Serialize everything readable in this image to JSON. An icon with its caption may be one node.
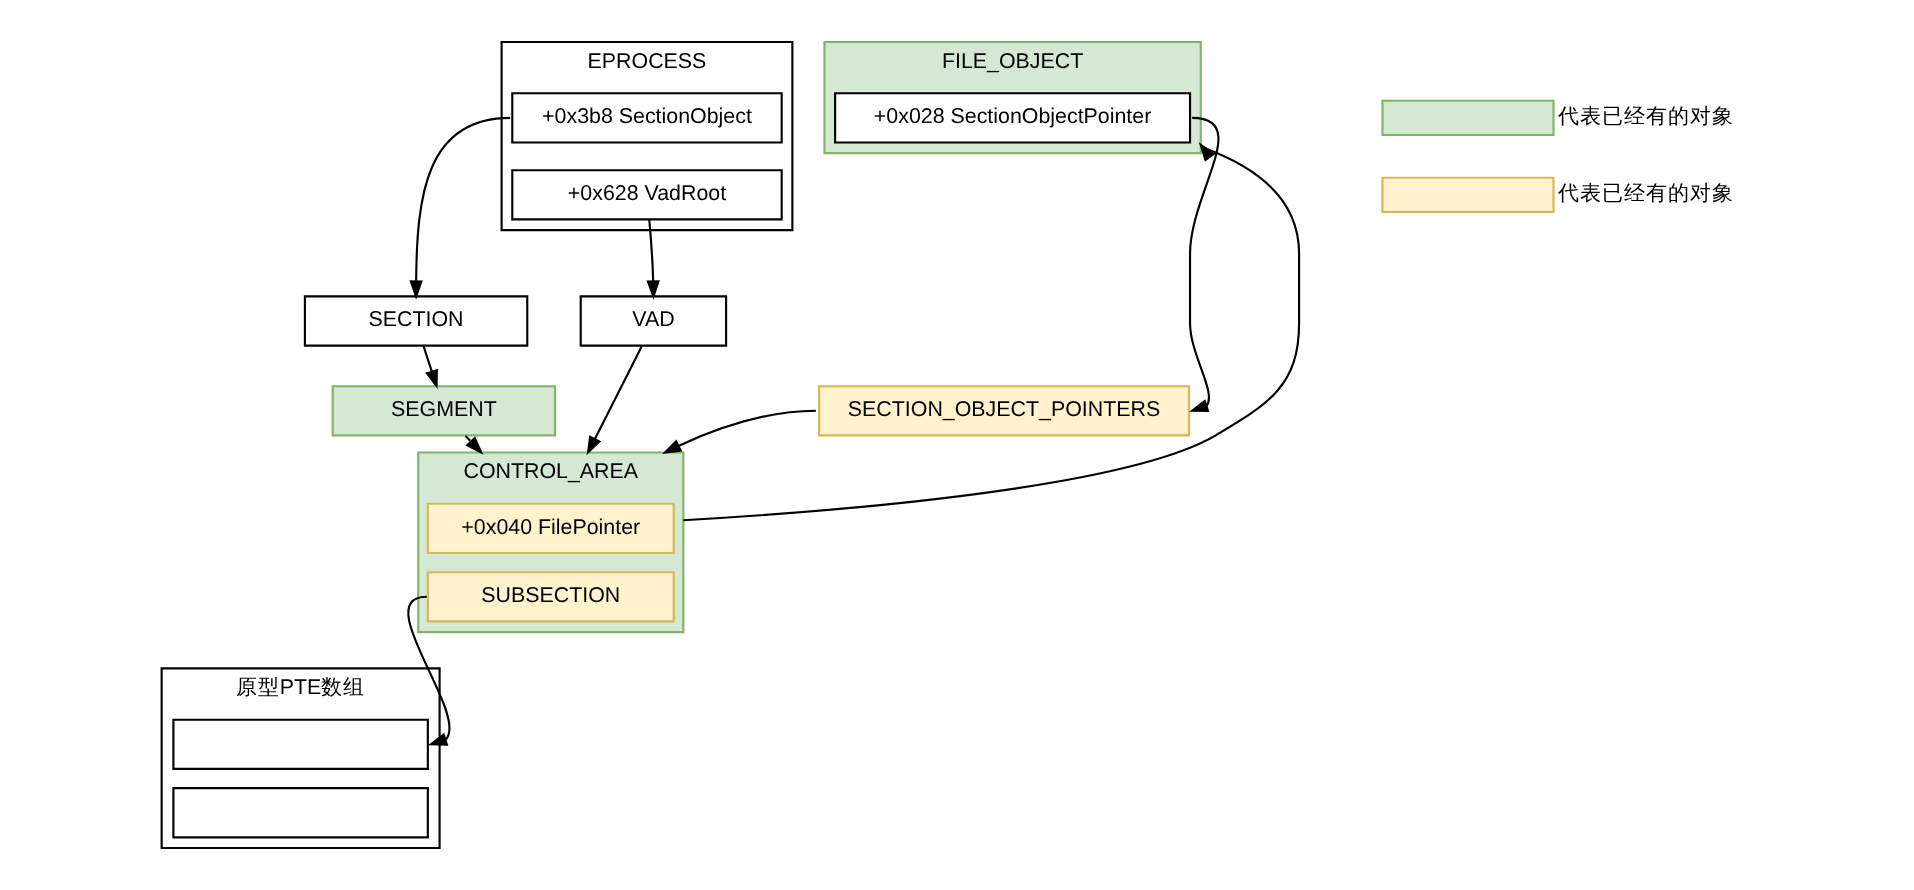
{
  "diagram": {
    "nodes": [
      {
        "text": [
          "EPROCESS"
        ]
      },
      {
        "text": [
          "+0x3b8 SectionObject"
        ],
        "in": 0
      },
      {
        "text": [
          "+0x628 VadRoot"
        ],
        "in": 0
      },
      {
        "text": [
          "FILE_OBJECT"
        ]
      },
      {
        "text": [
          "+0x028 SectionObjectPointer"
        ],
        "in": 3
      },
      {
        "text": [
          "SECTION"
        ]
      },
      {
        "text": [
          "VAD"
        ]
      },
      {
        "text": [
          "SEGMENT"
        ]
      },
      {
        "text": [
          "CONTROL_AREA"
        ]
      },
      {
        "text": [
          "+0x040 FilePointer"
        ],
        "in": 8
      },
      {
        "text": [
          "SUBSECTION"
        ],
        "in": 8
      },
      {
        "text": [
          "SECTION_OBJECT_POINTERS"
        ]
      },
      {
        "text": [
          "原型PTE数组"
        ]
      },
      {
        "text": [],
        "shape": "box",
        "in": 12
      },
      {
        "text": [],
        "shape": "box",
        "in": 12
      }
    ],
    "edges": [
      {
        "from": 1,
        "to": 5,
        "arrow": "to"
      },
      {
        "from": 2,
        "to": 6,
        "arrow": "to"
      },
      {
        "from": 5,
        "to": 7,
        "arrow": "to"
      },
      {
        "from": 6,
        "to": 8,
        "arrow": "to"
      },
      {
        "from": 7,
        "to": 8,
        "arrow": "to"
      },
      {
        "from": 8,
        "to": 3,
        "arrow": "to"
      },
      {
        "from": 4,
        "to": 11,
        "arrow": "to"
      },
      {
        "from": 11,
        "to": 8,
        "arrow": "to"
      },
      {
        "from": 10,
        "to": 13,
        "arrow": "to"
      }
    ],
    "legend": [
      {
        "text": "代表已经有的对象",
        "color": "#d5e8d4"
      },
      {
        "text": "代表已经有的对象",
        "color": "#fff2cc"
      }
    ]
  }
}
